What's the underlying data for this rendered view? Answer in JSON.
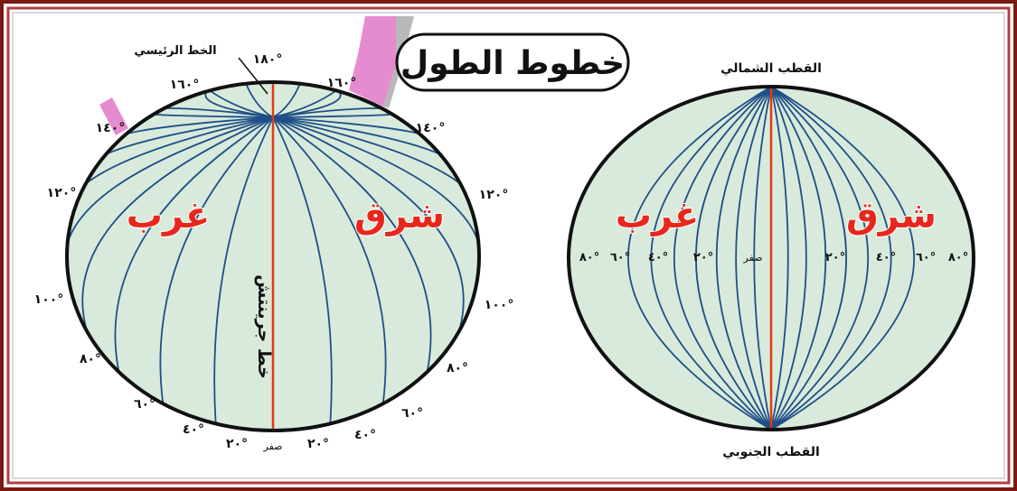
{
  "title": "خطوط الطول",
  "colors": {
    "frame_outer": "#7a1a12",
    "frame_inner": "#b04040",
    "globe_fill": "#d8eadb",
    "meridian": "#1f4f86",
    "prime": "#e23a18",
    "outline": "#111111",
    "label_red": "#e8271c",
    "accent_pink": "#e58bd0"
  },
  "left_globe": {
    "prime_meridian_label": "الخط الرئيسي",
    "greenwich_label": "خط جرينتش",
    "west_label": "غرب",
    "east_label": "شرق",
    "zero_label": "صفر",
    "west_degrees": [
      "١٨٠°",
      "١٦٠°",
      "١٤٠°",
      "١٢٠°",
      "١٠٠°",
      "٨٠°",
      "٦٠°",
      "٤٠°",
      "٢٠°"
    ],
    "east_degrees": [
      "١٦٠°",
      "١٤٠°",
      "١٢٠°",
      "١٠٠°",
      "٨٠°",
      "٦٠°",
      "٤٠°",
      "٢٠°"
    ]
  },
  "right_globe": {
    "north_pole_label": "القطب الشمالي",
    "south_pole_label": "القطب الجنوبي",
    "west_label": "غرب",
    "east_label": "شرق",
    "zero_label": "صفر",
    "west_degrees": [
      "٨٠°",
      "٦٠°",
      "٤٠°",
      "٢٠°"
    ],
    "east_degrees": [
      "٢٠°",
      "٤٠°",
      "٦٠°",
      "٨٠°"
    ]
  }
}
